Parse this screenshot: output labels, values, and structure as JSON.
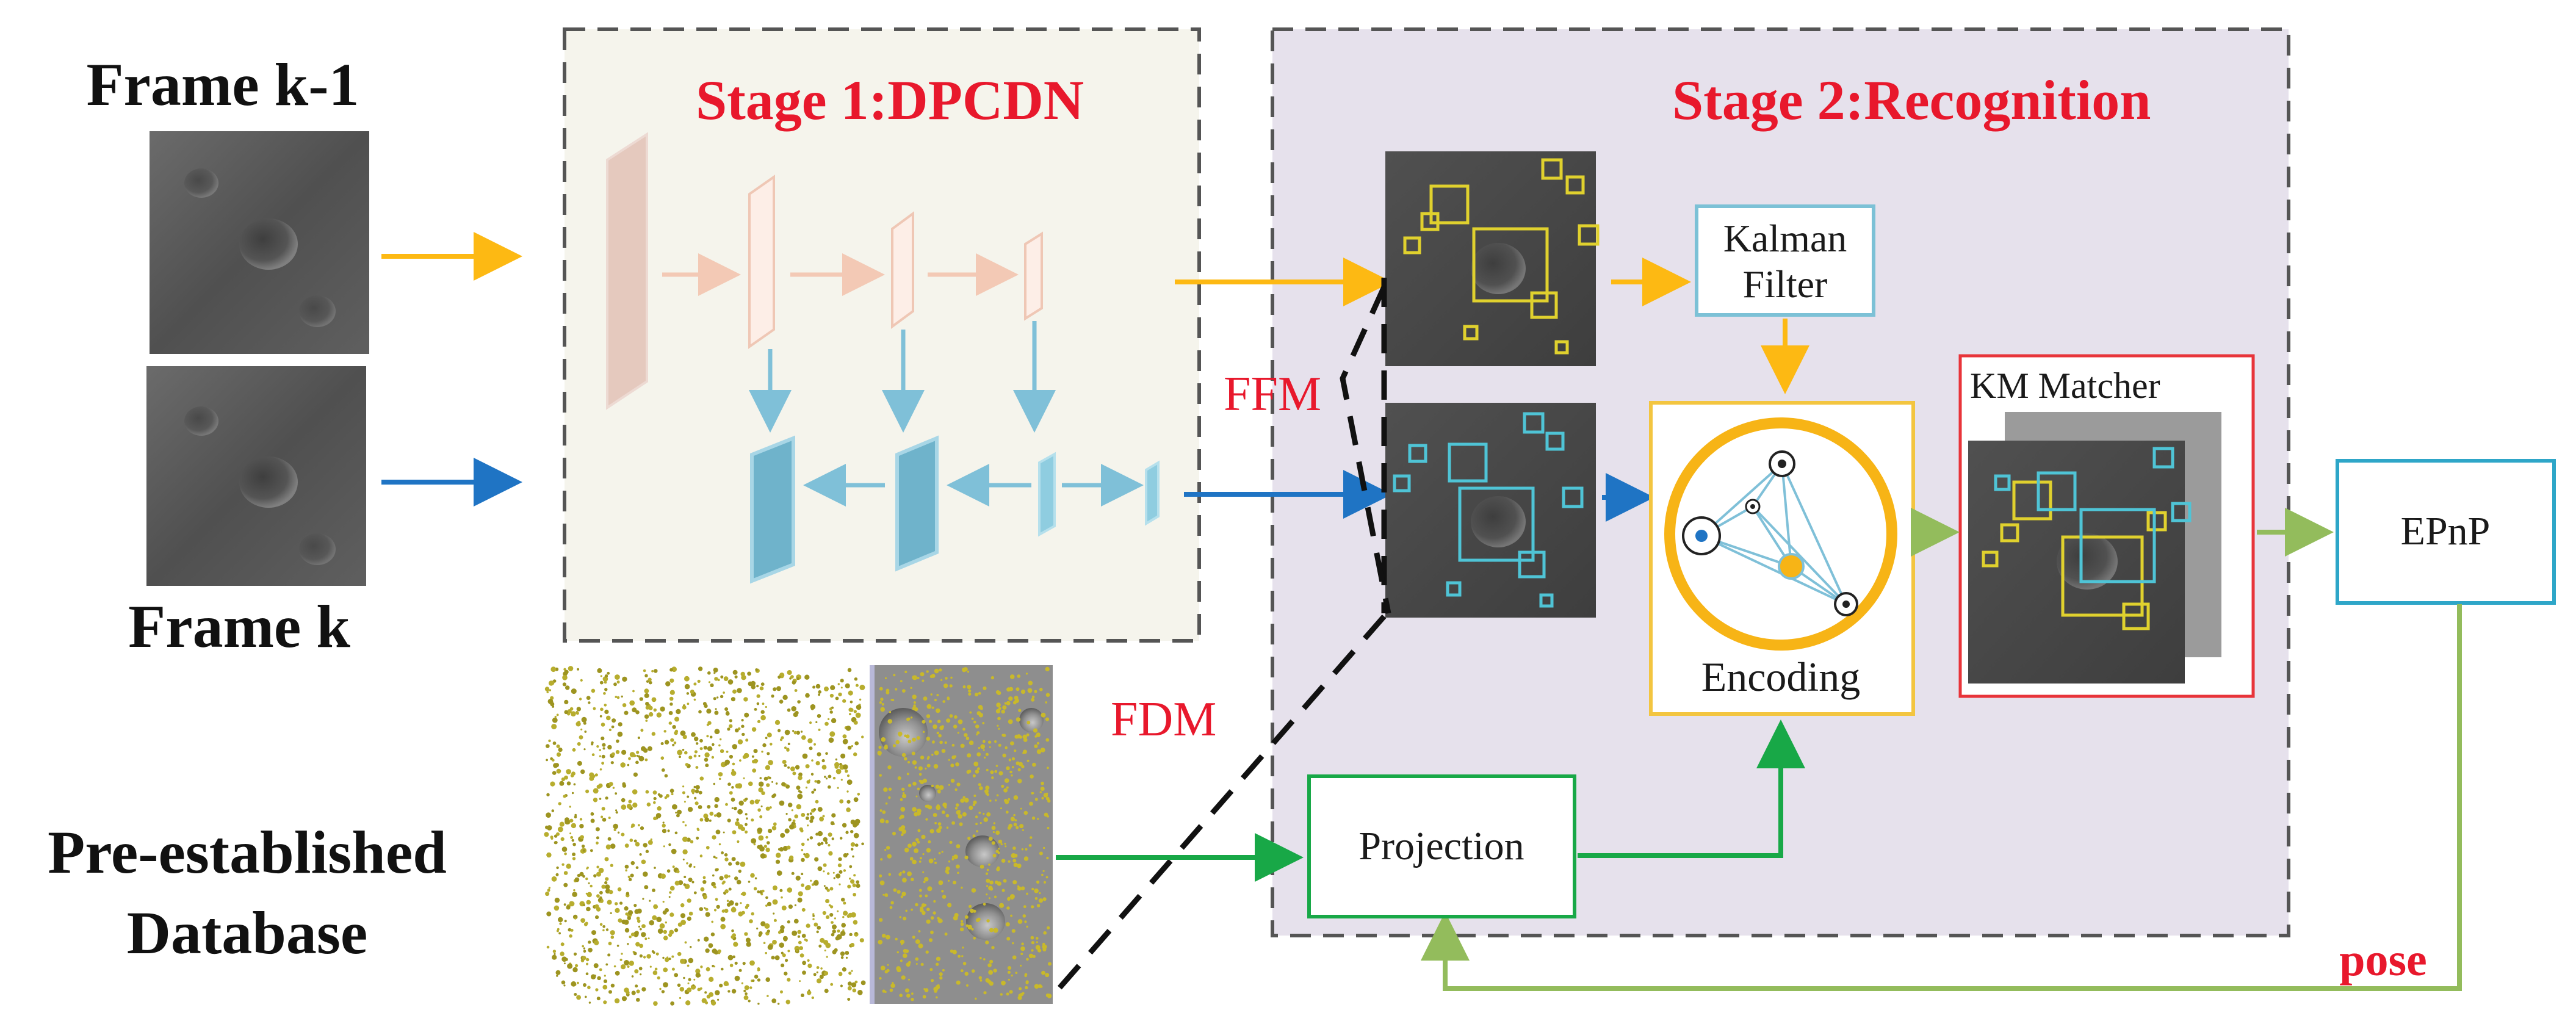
{
  "inputs": {
    "frame_prev": "Frame k-1",
    "frame_curr": "Frame k",
    "database_line1": "Pre-established",
    "database_line2": "Database"
  },
  "stages": {
    "stage1_title": "Stage 1:DPCDN",
    "stage2_title": "Stage 2:Recognition"
  },
  "connectors": {
    "ffm": "FFM",
    "fdm": "FDM",
    "pose": "pose"
  },
  "modules": {
    "kalman_line1": "Kalman",
    "kalman_line2": "Filter",
    "encoding": "Encoding",
    "km_matcher": "KM Matcher",
    "epnp": "EPnP",
    "projection": "Projection"
  },
  "colors": {
    "frame_prev_arrow": "#fdb913",
    "frame_curr_arrow": "#1f74c4",
    "encoder": "#e9c6b8",
    "decoder": "#7fc0d8",
    "feedback": "#93bc5c",
    "database_flow": "#18a847",
    "stage_label": "#e8182c",
    "stage2_bg": "#e6e1ec",
    "stage1_bg": "#f5f4ec",
    "crater_box_prev": "#e0d12e",
    "crater_box_curr": "#4fc4d6"
  }
}
